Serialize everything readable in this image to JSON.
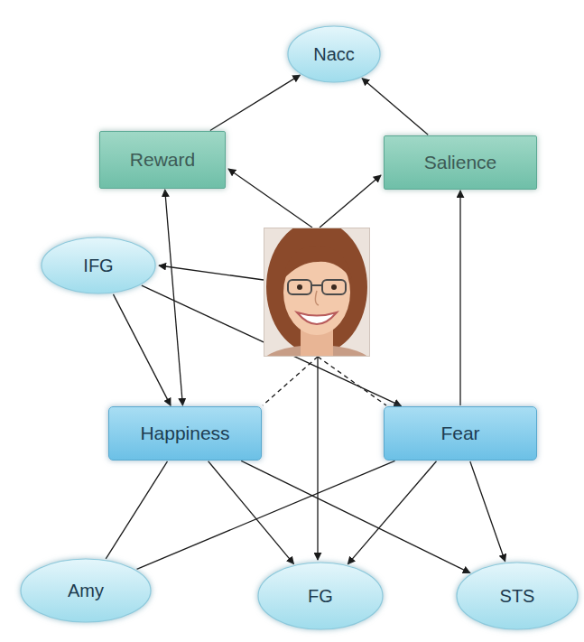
{
  "diagram": {
    "nodes": [
      {
        "text": [
          "Nacc"
        ]
      },
      {
        "text": [
          "Reward"
        ]
      },
      {
        "text": [
          "Salience"
        ]
      },
      {
        "text": [
          "IFG"
        ]
      },
      {
        "text": [
          "Happiness"
        ]
      },
      {
        "text": [
          "Fear"
        ]
      },
      {
        "text": [
          "Amy"
        ]
      },
      {
        "text": [
          "FG"
        ]
      },
      {
        "text": [
          "STS"
        ]
      }
    ],
    "edges": [
      {
        "from": 1,
        "to": 0,
        "arrow": "to"
      },
      {
        "from": 2,
        "to": 0,
        "arrow": "to"
      },
      {
        "from": 1,
        "to": 4,
        "arrow": "both"
      },
      {
        "from": 5,
        "to": 2,
        "arrow": "to"
      },
      {
        "from": 3,
        "to": 4,
        "arrow": "to"
      },
      {
        "from": 3,
        "to": 5,
        "arrow": "to"
      },
      {
        "from": 4,
        "to": 6,
        "arrow": "none"
      },
      {
        "from": 4,
        "to": 7,
        "arrow": "to"
      },
      {
        "from": 4,
        "to": 8,
        "arrow": "to"
      },
      {
        "from": 5,
        "to": 6,
        "arrow": "none"
      },
      {
        "from": 5,
        "to": 7,
        "arrow": "to"
      },
      {
        "from": 5,
        "to": 8,
        "arrow": "to"
      }
    ]
  }
}
